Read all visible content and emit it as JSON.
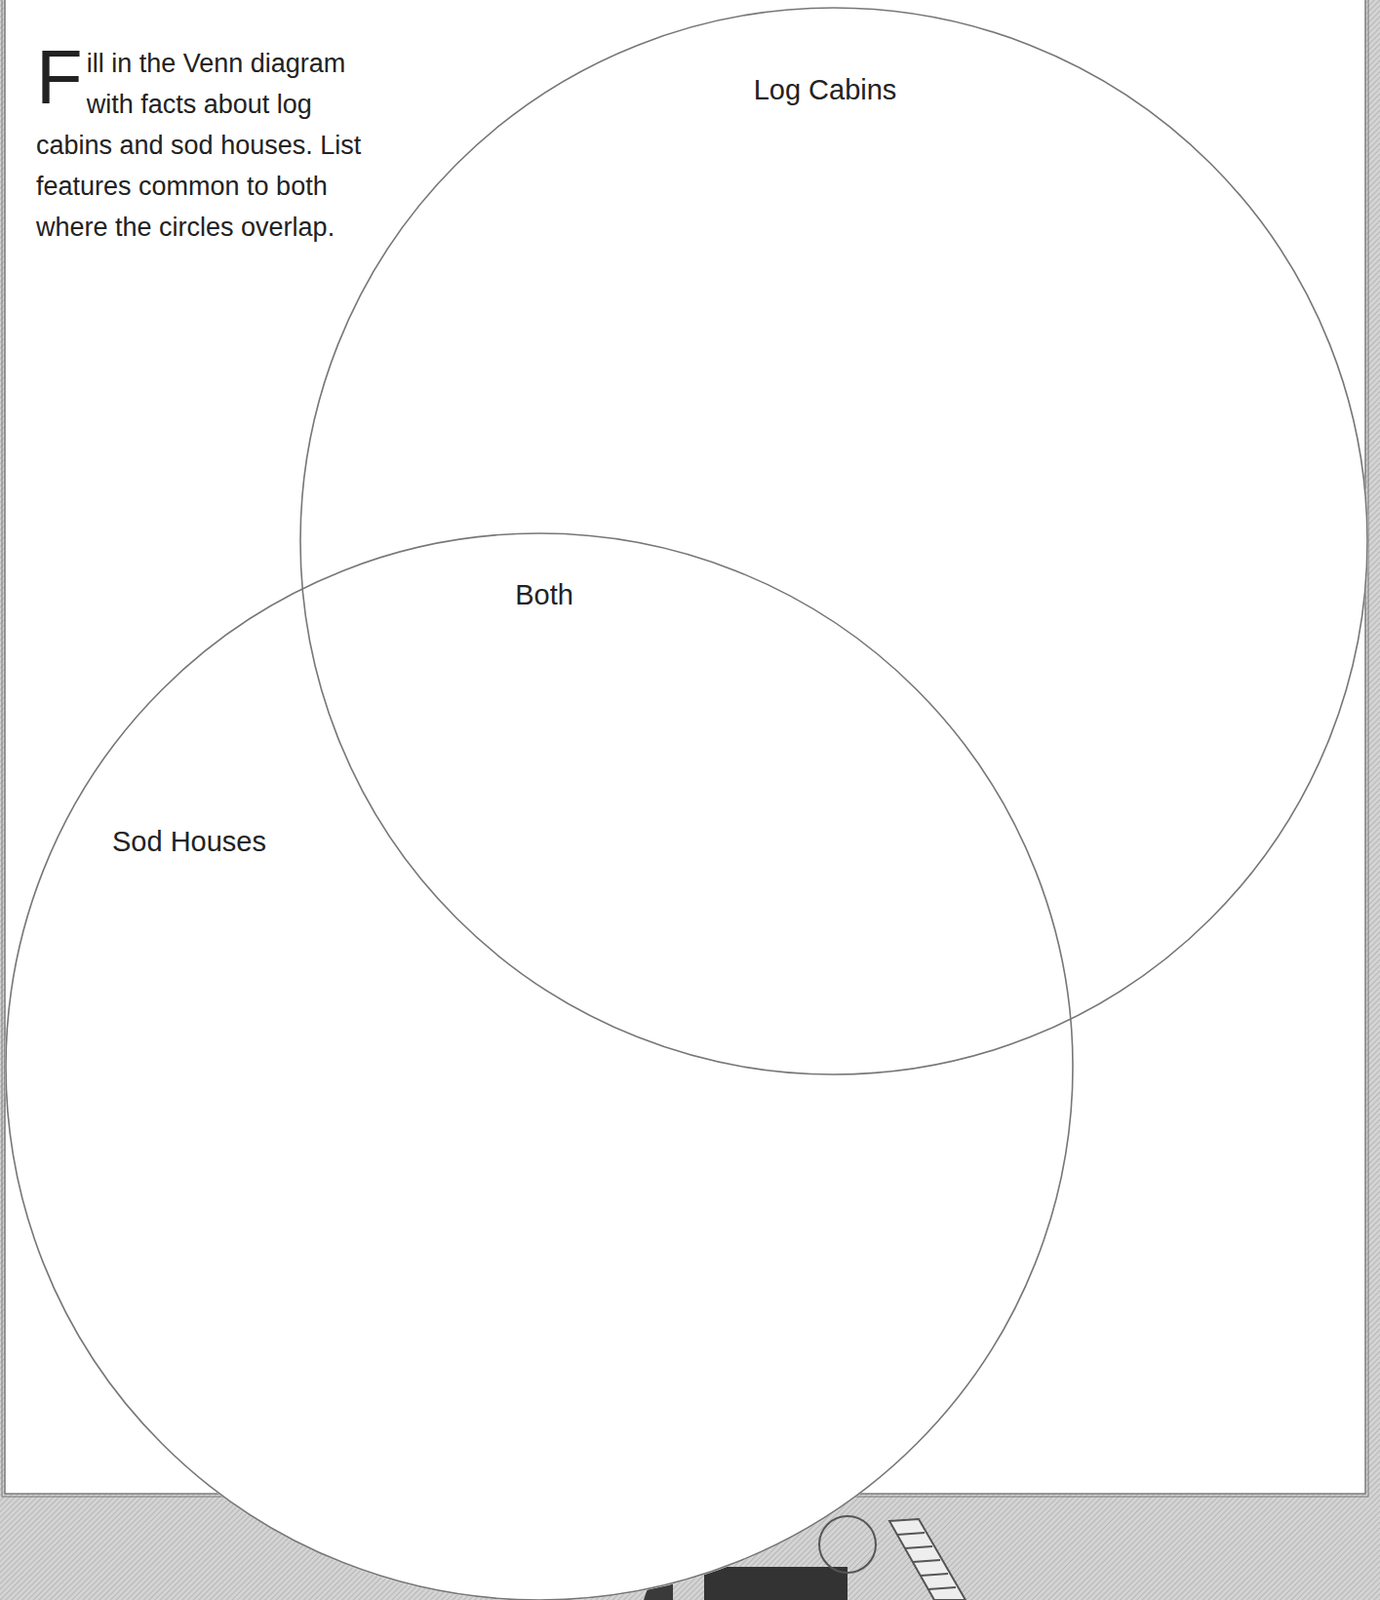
{
  "diagram": {
    "nodes": [
      {
        "text": [
          "Log Cabins"
        ]
      },
      {
        "text": [
          "Sod Houses"
        ]
      }
    ],
    "labels": [
      "Fill in the Venn diagram with facts about log cabins and sod houses. List features common to both where the circles overlap.",
      "Both"
    ]
  }
}
